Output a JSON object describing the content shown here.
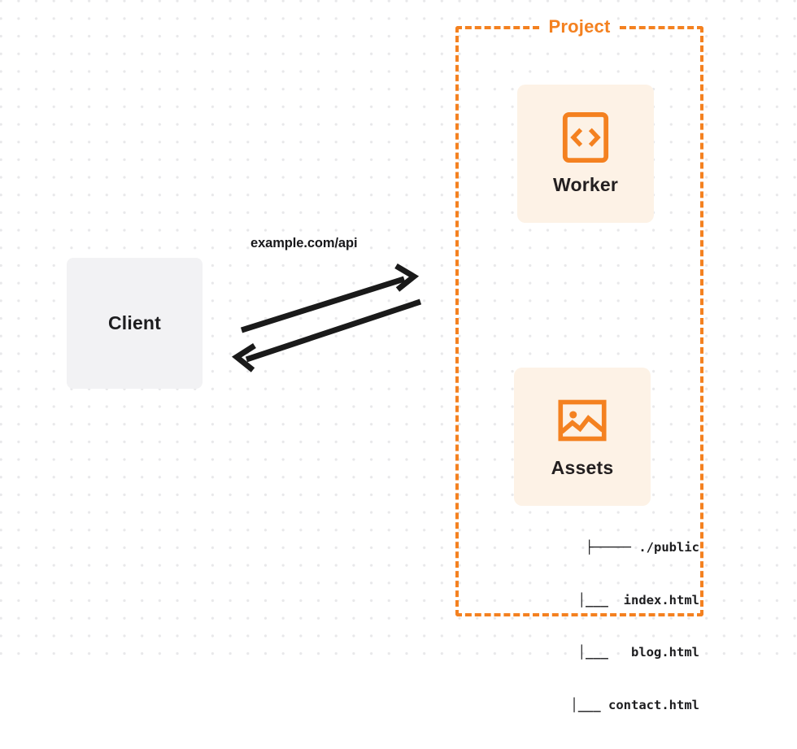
{
  "diagram": {
    "title": "Project architecture: client to worker and assets",
    "background": {
      "dot_color": "#e8e8ea",
      "dot_spacing": "21.7"
    },
    "colors": {
      "accent_orange": "#f48120",
      "card_background": "#fdf2e6",
      "client_background": "#f2f2f4",
      "text_dark": "#1d1d1f",
      "arrow": "#1a1a1a"
    }
  },
  "client": {
    "label": "Client"
  },
  "project": {
    "label": "Project",
    "nodes": [
      {
        "id": "worker",
        "label": "Worker",
        "icon": "code-brackets-icon"
      },
      {
        "id": "assets",
        "label": "Assets",
        "icon": "image-icon"
      }
    ]
  },
  "file_tree": {
    "rows": [
      {
        "prefix": "├────",
        "name": "./public"
      },
      {
        "prefix": "    │__",
        "name": "index.html"
      },
      {
        "prefix": "    │__",
        "name": "blog.html"
      },
      {
        "prefix": "    │__",
        "name": "contact.html"
      }
    ],
    "lines": [
      "├───── ./public",
      "    │___  index.html",
      "    │___   blog.html",
      "    │___ contact.html"
    ]
  },
  "connection": {
    "label": "example.com/api",
    "request_direction": "client-to-project",
    "response_direction": "project-to-client"
  }
}
